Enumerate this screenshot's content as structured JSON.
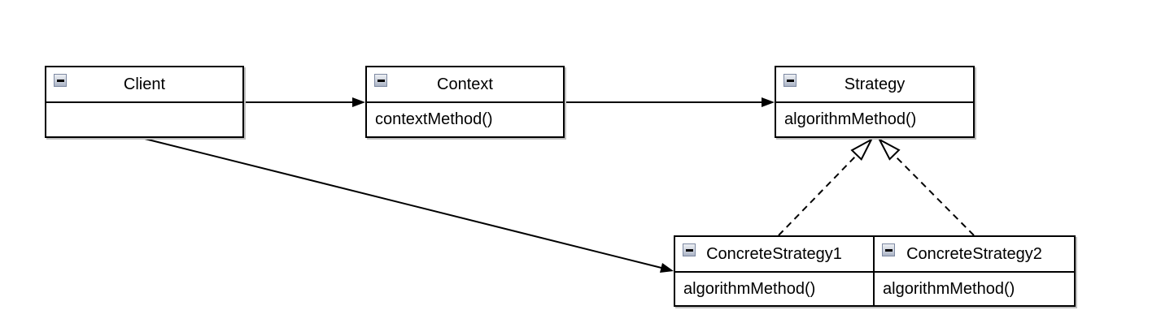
{
  "diagram": {
    "type": "uml-class-diagram",
    "classes": [
      {
        "name": "Client",
        "methods": []
      },
      {
        "name": "Context",
        "methods": [
          "contextMethod()"
        ]
      },
      {
        "name": "Strategy",
        "methods": [
          "algorithmMethod()"
        ]
      },
      {
        "name": "ConcreteStrategy1",
        "methods": [
          "algorithmMethod()"
        ]
      },
      {
        "name": "ConcreteStrategy2",
        "methods": [
          "algorithmMethod()"
        ]
      }
    ],
    "relations": [
      {
        "from": "Client",
        "to": "Context",
        "type": "directed-association",
        "line": "solid",
        "arrowhead": "filled-triangle"
      },
      {
        "from": "Context",
        "to": "Strategy",
        "type": "directed-association",
        "line": "solid",
        "arrowhead": "filled-triangle"
      },
      {
        "from": "Client",
        "to": "ConcreteStrategy1",
        "type": "directed-association",
        "line": "solid",
        "arrowhead": "filled-triangle"
      },
      {
        "from": "ConcreteStrategy1",
        "to": "Strategy",
        "type": "realization",
        "line": "dashed",
        "arrowhead": "hollow-triangle"
      },
      {
        "from": "ConcreteStrategy2",
        "to": "Strategy",
        "type": "realization",
        "line": "dashed",
        "arrowhead": "hollow-triangle"
      }
    ],
    "icons": {
      "collapse": "minus-icon"
    },
    "colors": {
      "background": "#ffffff",
      "line": "#000000",
      "box_fill": "#ffffff",
      "box_shadow": "#c0c0c0",
      "icon_border": "#7d89a2",
      "icon_fill": "#ccd2dd"
    }
  }
}
